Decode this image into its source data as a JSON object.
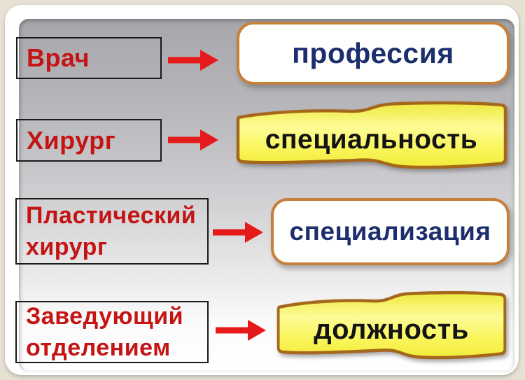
{
  "slide": {
    "description": "mapping of medical terms to category labels",
    "rows": [
      {
        "term": "Врач",
        "category": "профессия",
        "category_shape": "rounded-white"
      },
      {
        "term": "Хирург",
        "category": "специальность",
        "category_shape": "wave-yellow"
      },
      {
        "term": "Пластический хирург",
        "category": "специализация",
        "category_shape": "rounded-white"
      },
      {
        "term": "Заведующий отделением",
        "category": "должность",
        "category_shape": "wave-yellow"
      }
    ]
  },
  "rows": [
    {
      "term": "Врач",
      "category": "профессия"
    },
    {
      "term": "Хирург",
      "category": "специальность"
    },
    {
      "term": "Пластический хирург",
      "category": "специализация"
    },
    {
      "term": "Заведующий отделением",
      "category": "должность"
    }
  ],
  "icons": {
    "arrow": "arrow-right-icon"
  },
  "colors": {
    "page_margin": "#e7e1d4",
    "frame": "#ffffff",
    "content_gradient_top": "#a7a7ab",
    "content_gradient_bottom": "#ffffff",
    "term_text": "#c41414",
    "term_border": "#1a1a1a",
    "arrow": "#e51a1a",
    "white_shape_fill": "#fffffe",
    "white_shape_border": "#c5813b",
    "white_shape_text": "#1d2e6e",
    "yellow_fill": "#f8f446",
    "yellow_border": "#a5671c",
    "yellow_text": "#141414"
  }
}
